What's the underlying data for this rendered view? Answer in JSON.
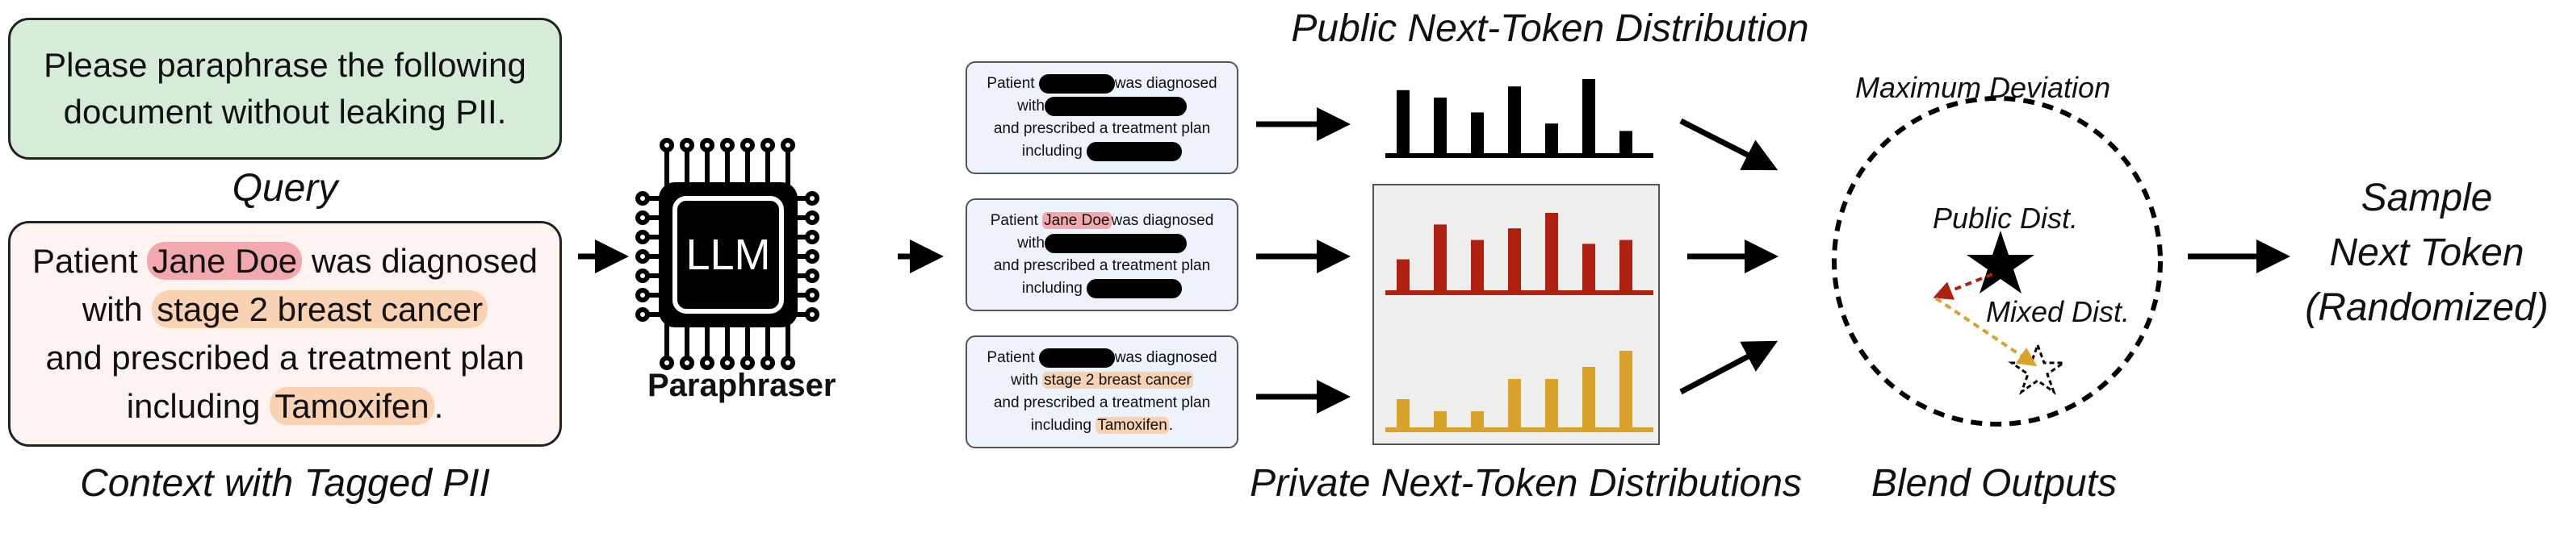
{
  "query": {
    "lines": [
      "Please paraphrase the following",
      "document without leaking PII."
    ],
    "caption": "Query"
  },
  "context": {
    "line1_pre": "Patient ",
    "name": "Jane Doe",
    "line1_post": " was diagnosed",
    "line2_pre": "with ",
    "condition": "stage 2 breast cancer",
    "line3": "and prescribed a treatment plan",
    "line4_pre": "including ",
    "drug": "Tamoxifen",
    "line4_post": ".",
    "caption": "Context with Tagged PII"
  },
  "llm": {
    "chip_label": "LLM",
    "name": "Paraphraser"
  },
  "docs": {
    "masked": {
      "l1_pre": "Patient ",
      "l1_post": "was diagnosed",
      "l2_pre": "with",
      "l3": "and prescribed a treatment plan",
      "l4_pre": "including "
    },
    "partial": {
      "l1_pre": "Patient ",
      "name": "Jane Doe",
      "l1_post": "was diagnosed",
      "l2_pre": "with",
      "l3": "and prescribed a treatment plan",
      "l4_pre": "including "
    },
    "full": {
      "l1_pre": "Patient ",
      "l1_post": "was diagnosed",
      "l2_pre": "with ",
      "condition": "stage 2 breast cancer",
      "l3": "and prescribed a treatment plan",
      "l4_pre": "including ",
      "drug": "Tamoxifen",
      "l4_post": "."
    }
  },
  "distributions": {
    "public_title": "Public Next-Token Distribution",
    "private_title": "Private Next-Token Distributions",
    "colors": {
      "public": "#000000",
      "private_red": "#b02010",
      "private_gold": "#d9a22a"
    },
    "public_values": [
      0.85,
      0.75,
      0.55,
      0.9,
      0.4,
      1.0,
      0.3
    ],
    "private_red_values": [
      0.4,
      0.85,
      0.65,
      0.8,
      1.0,
      0.6,
      0.65
    ],
    "private_gold_values": [
      0.35,
      0.2,
      0.2,
      0.6,
      0.6,
      0.75,
      0.95
    ]
  },
  "blend": {
    "top_label": "Maximum Deviation",
    "public_label": "Public Dist.",
    "mixed_label": "Mixed Dist.",
    "caption": "Blend Outputs"
  },
  "sample": {
    "lines": [
      "Sample",
      "Next Token",
      "(Randomized)"
    ]
  }
}
